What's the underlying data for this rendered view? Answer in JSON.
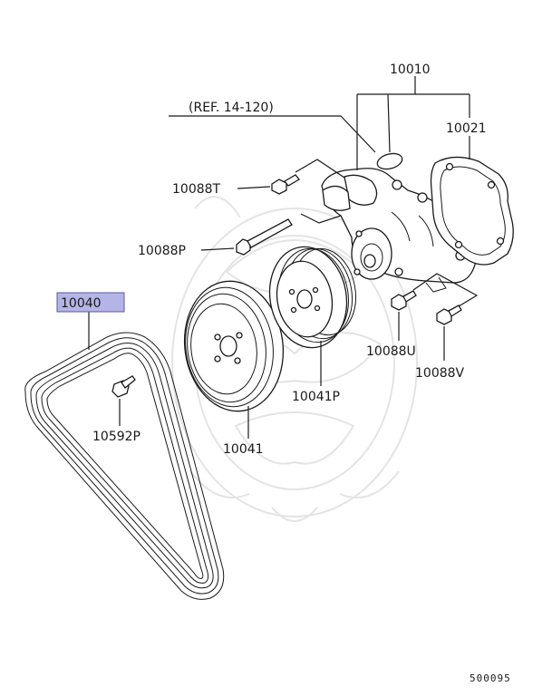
{
  "parts": {
    "p10010": "10010",
    "p10021": "10021",
    "ref": "(REF. 14-120)",
    "p10088T": "10088T",
    "p10088P": "10088P",
    "p10040": "10040",
    "p10041P": "10041P",
    "p10088U": "10088U",
    "p10088V": "10088V",
    "p10592P": "10592P",
    "p10041": "10041"
  },
  "diagram_code": "500095",
  "colors": {
    "highlight_fill": "#b4b4e6",
    "highlight_stroke": "#5a5aa0",
    "watermark": "#e4e4e4"
  },
  "icons": [
    "mitsubishi-crest-watermark"
  ]
}
